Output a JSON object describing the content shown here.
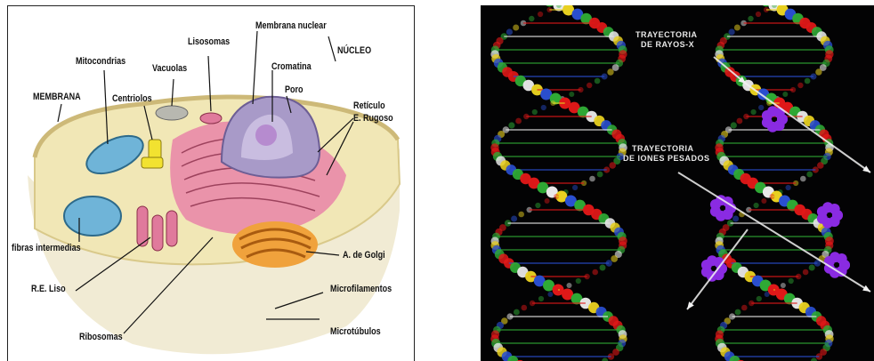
{
  "cell_figure": {
    "labels": {
      "membrana_nuclear": "Membrana nuclear",
      "lisosomas": "Lisosomas",
      "nucleo": "NÚCLEO",
      "mitocondrias": "Mitocondrias",
      "vacuolas": "Vacuolas",
      "cromatina": "Cromatina",
      "poro": "Poro",
      "membrana": "MEMBRANA",
      "centriolos": "Centriolos",
      "reticulo_line1": "Retículo",
      "reticulo_line2": "E. Rugoso",
      "fibras": "fibras intermedias",
      "golgi": "A. de Golgi",
      "re_liso": "R.E. Liso",
      "microfilamentos": "Microfilamentos",
      "ribosomas": "Ribosomas",
      "microtubulos": "Microtúbulos"
    },
    "colors": {
      "cytoplasm": "#f1e7b6",
      "nucleus": "#a89ac8",
      "er": "#e98aa8",
      "golgi": "#f0a23c",
      "mitochondria": "#6fb4d8"
    }
  },
  "dna_figure": {
    "labels": {
      "rayos_x_line1": "TRAYECTORIA",
      "rayos_x_line2": "DE RAYOS-X",
      "iones_line1": "TRAYECTORIA",
      "iones_line2": "DE IONES PESADOS"
    },
    "colors": {
      "background": "#030304",
      "atom_red": "#e01818",
      "atom_green": "#2faa35",
      "atom_white": "#e8e8e8",
      "atom_yellow": "#e8d020",
      "atom_blue": "#2a4fd0",
      "ion_purple": "#8a2be2"
    }
  }
}
